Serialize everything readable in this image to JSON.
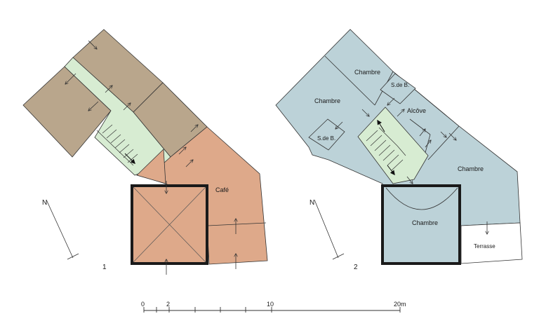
{
  "colors": {
    "brown_rooms": "#b9a68c",
    "cafe": "#dea98a",
    "stair_green": "#d7ecd2",
    "blue_rooms": "#bcd2d8",
    "terrasse": "#ffffff",
    "line": "#333333",
    "thick_wall": "#1a1a1a"
  },
  "plan1": {
    "number": "1",
    "north_label": "N",
    "rooms": {
      "cafe": "Café"
    },
    "icons": [
      "north-arrow-icon",
      "door-arrow-icon",
      "stair-direction-icon"
    ]
  },
  "plan2": {
    "number": "2",
    "north_label": "N",
    "rooms": {
      "chambre_top": "Chambre",
      "chambre_left": "Chambre",
      "sdb_top": "S.de B.",
      "sdb_left": "S.de B.",
      "alcove": "Alcôve",
      "chambre_right": "Chambre",
      "chambre_tower": "Chambre",
      "terrasse": "Terrasse"
    }
  },
  "scale_bar": {
    "labels": [
      "0",
      "2",
      "10",
      "20m"
    ]
  }
}
